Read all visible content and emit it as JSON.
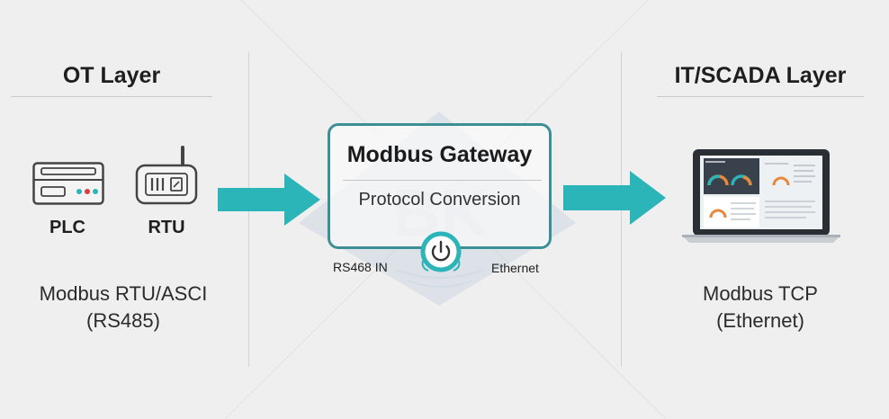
{
  "ot_layer": {
    "title": "OT Layer",
    "devices": [
      {
        "label": "PLC",
        "icon": "plc-icon"
      },
      {
        "label": "RTU",
        "icon": "rtu-icon"
      }
    ],
    "protocol_line1": "Modbus RTU/ASCI",
    "protocol_line2": "(RS485)"
  },
  "gateway": {
    "title": "Modbus Gateway",
    "subtitle": "Protocol Conversion",
    "input_port": "RS468 IN",
    "output_port": "Ethernet",
    "icon": "power-icon"
  },
  "it_layer": {
    "title": "IT/SCADA Layer",
    "device_icon": "laptop-dashboard-icon",
    "protocol_line1": "Modbus TCP",
    "protocol_line2": "(Ethernet)"
  },
  "colors": {
    "teal": "#2cb5b9",
    "gateway_border": "#3d8f96",
    "background": "#efefef"
  }
}
